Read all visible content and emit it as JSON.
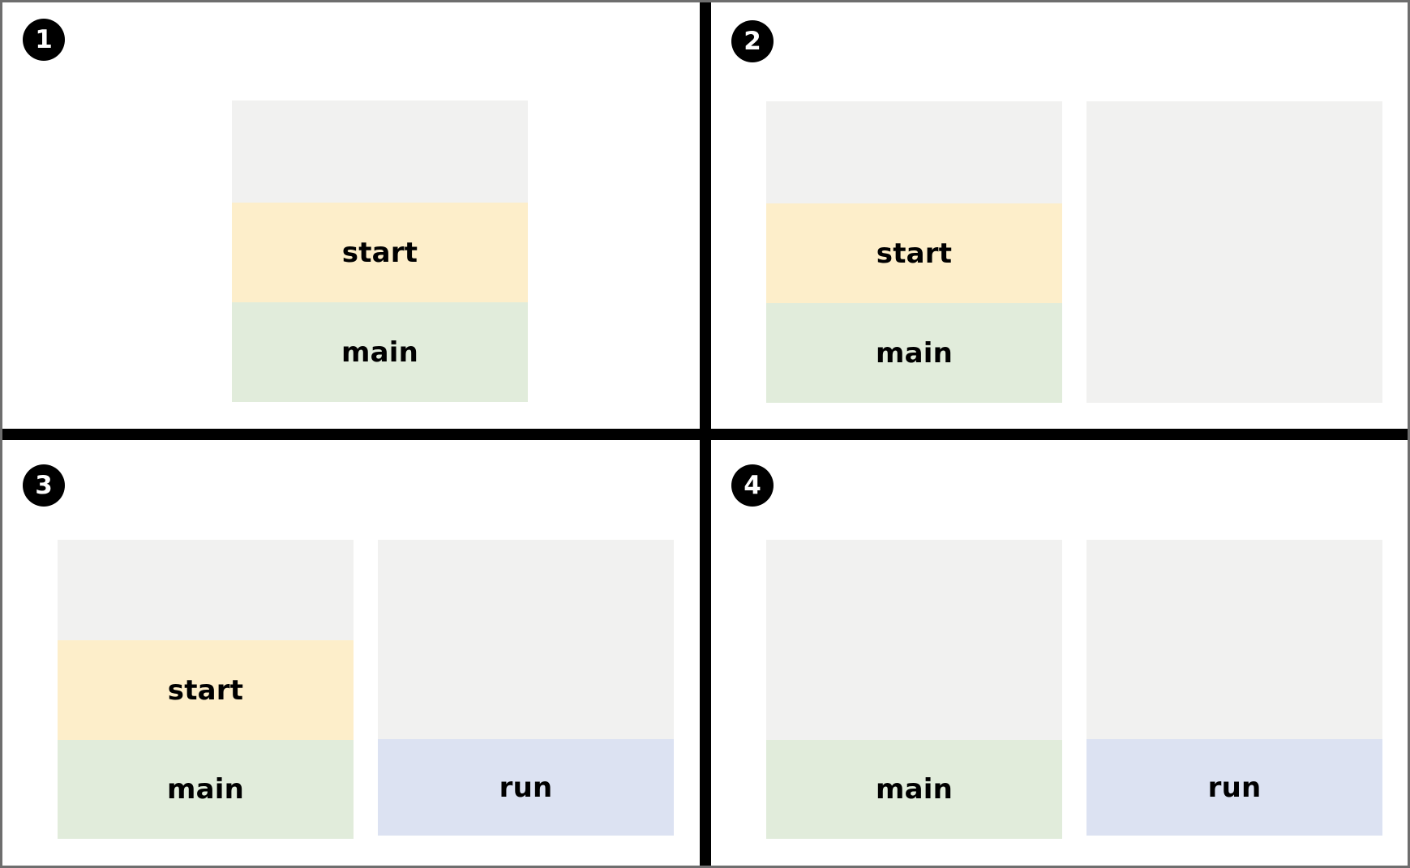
{
  "figure": {
    "title": "",
    "panel_count": 4,
    "background": "#ffffff",
    "border_color": "#6e6e6e",
    "divider_color": "#000000"
  },
  "colors": {
    "empty": "#f1f1f0",
    "start": "#fdeeca",
    "main": "#e1ecdb",
    "run": "#dce2f2",
    "badge_bg": "#000000",
    "badge_fg": "#ffffff",
    "label": "#000000"
  },
  "labels": {
    "start": "start",
    "main": "main",
    "run": "run",
    "empty": ""
  },
  "panels": [
    {
      "number": "1",
      "stacks": [
        {
          "name": "stack-a",
          "frames": [
            {
              "label": "",
              "kind": "empty"
            },
            {
              "label": "start",
              "kind": "start"
            },
            {
              "label": "main",
              "kind": "main"
            }
          ]
        }
      ]
    },
    {
      "number": "2",
      "stacks": [
        {
          "name": "stack-a",
          "frames": [
            {
              "label": "",
              "kind": "empty"
            },
            {
              "label": "start",
              "kind": "start"
            },
            {
              "label": "main",
              "kind": "main"
            }
          ]
        },
        {
          "name": "stack-b",
          "frames": [
            {
              "label": "",
              "kind": "empty"
            },
            {
              "label": "",
              "kind": "empty"
            },
            {
              "label": "",
              "kind": "empty"
            }
          ]
        }
      ]
    },
    {
      "number": "3",
      "stacks": [
        {
          "name": "stack-a",
          "frames": [
            {
              "label": "",
              "kind": "empty"
            },
            {
              "label": "start",
              "kind": "start"
            },
            {
              "label": "main",
              "kind": "main"
            }
          ]
        },
        {
          "name": "stack-b",
          "frames": [
            {
              "label": "",
              "kind": "empty"
            },
            {
              "label": "",
              "kind": "empty"
            },
            {
              "label": "run",
              "kind": "run"
            }
          ]
        }
      ]
    },
    {
      "number": "4",
      "stacks": [
        {
          "name": "stack-a",
          "frames": [
            {
              "label": "",
              "kind": "empty"
            },
            {
              "label": "",
              "kind": "empty"
            },
            {
              "label": "main",
              "kind": "main"
            }
          ]
        },
        {
          "name": "stack-b",
          "frames": [
            {
              "label": "",
              "kind": "empty"
            },
            {
              "label": "",
              "kind": "empty"
            },
            {
              "label": "run",
              "kind": "run"
            }
          ]
        }
      ]
    }
  ]
}
